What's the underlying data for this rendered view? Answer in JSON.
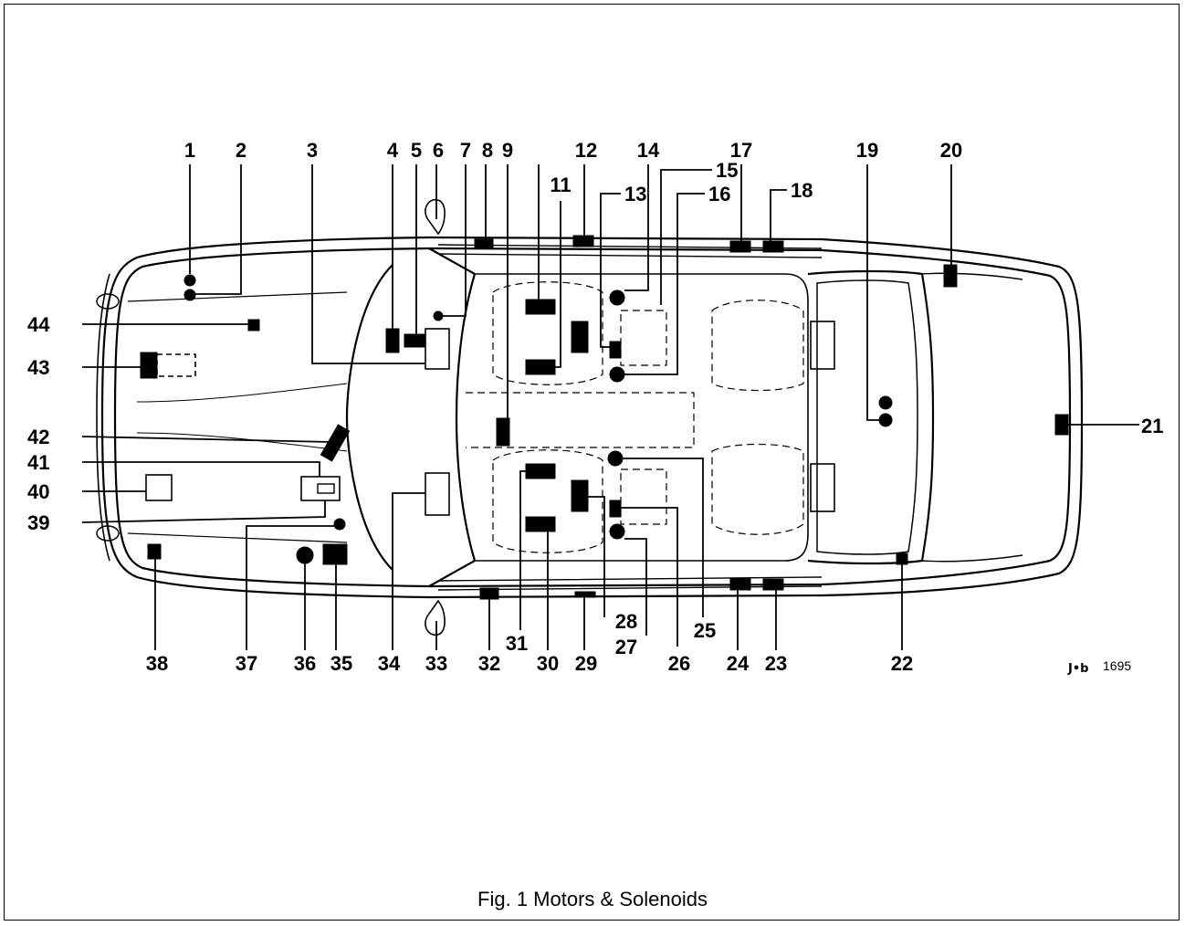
{
  "caption": "Fig. 1 Motors & Solenoids",
  "reference": {
    "prefix": "J•b",
    "number": "1695"
  },
  "callouts": [
    "1",
    "2",
    "3",
    "4",
    "5",
    "6",
    "7",
    "8",
    "9",
    "11",
    "12",
    "13",
    "14",
    "15",
    "16",
    "17",
    "18",
    "19",
    "20",
    "21",
    "22",
    "23",
    "24",
    "25",
    "26",
    "27",
    "28",
    "29",
    "30",
    "31",
    "32",
    "33",
    "34",
    "35",
    "36",
    "37",
    "38",
    "39",
    "40",
    "41",
    "42",
    "43",
    "44"
  ],
  "colors": {
    "ink": "#000000",
    "paper": "#ffffff"
  }
}
